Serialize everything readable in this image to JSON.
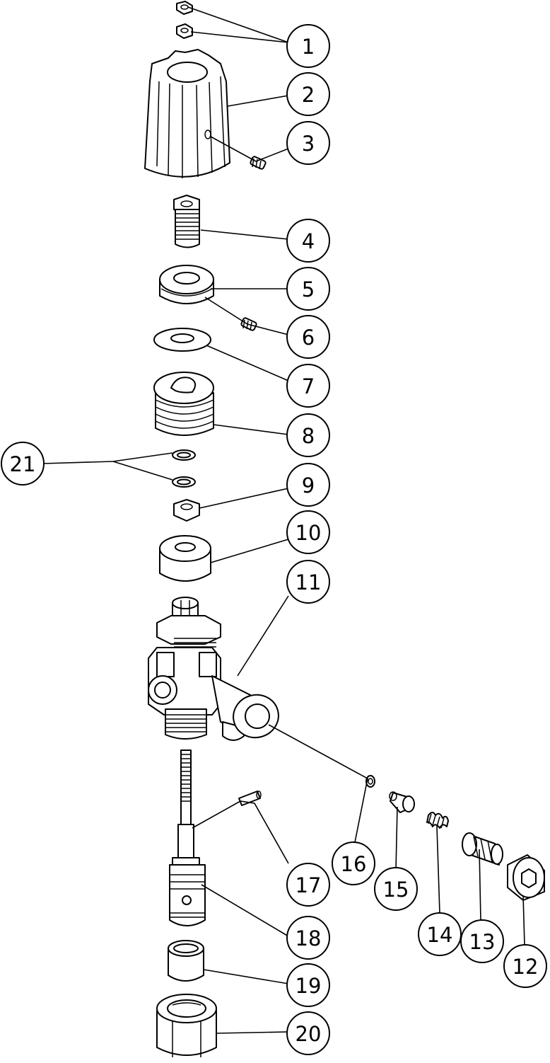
{
  "diagram": {
    "callouts": [
      {
        "label": "1"
      },
      {
        "label": "2"
      },
      {
        "label": "3"
      },
      {
        "label": "4"
      },
      {
        "label": "5"
      },
      {
        "label": "6"
      },
      {
        "label": "7"
      },
      {
        "label": "8"
      },
      {
        "label": "9"
      },
      {
        "label": "10"
      },
      {
        "label": "11"
      },
      {
        "label": "12"
      },
      {
        "label": "13"
      },
      {
        "label": "14"
      },
      {
        "label": "15"
      },
      {
        "label": "16"
      },
      {
        "label": "17"
      },
      {
        "label": "18"
      },
      {
        "label": "19"
      },
      {
        "label": "20"
      },
      {
        "label": "21"
      }
    ]
  }
}
